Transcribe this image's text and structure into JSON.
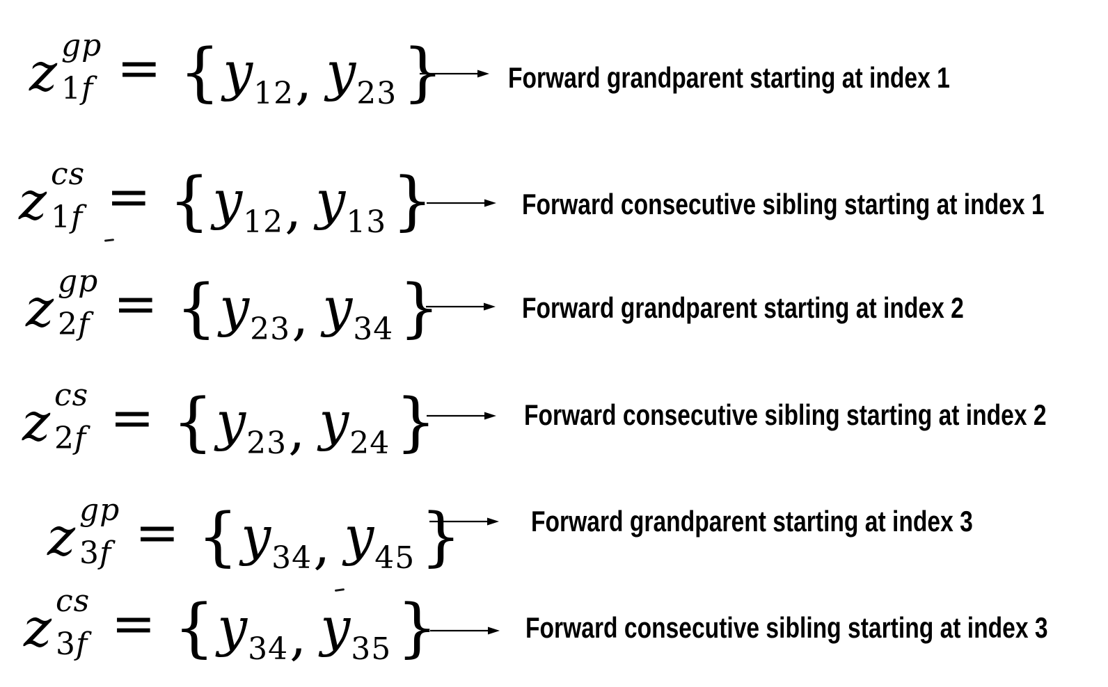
{
  "figure": {
    "background": "#ffffff",
    "ink": "#000000",
    "arrow_icon": "right-arrow",
    "equation_rows": [
      {
        "lhs": {
          "base": "z",
          "sup": "gp",
          "sub_num": "1",
          "sub_letter": "f"
        },
        "relation": "=",
        "open_brace": "{",
        "elements": [
          {
            "base": "y",
            "sub": "12"
          },
          {
            "base": "y",
            "sub": "23"
          }
        ],
        "separator": ",",
        "close_brace": "}",
        "label": "Forward grandparent starting at index 1"
      },
      {
        "lhs": {
          "base": "z",
          "sup": "cs",
          "sub_num": "1",
          "sub_letter": "f"
        },
        "relation": "=",
        "open_brace": "{",
        "elements": [
          {
            "base": "y",
            "sub": "12"
          },
          {
            "base": "y",
            "sub": "13"
          }
        ],
        "separator": ",",
        "close_brace": "}",
        "label": "Forward consecutive sibling starting at index 1"
      },
      {
        "lhs": {
          "base": "z",
          "sup": "gp",
          "sub_num": "2",
          "sub_letter": "f"
        },
        "relation": "=",
        "open_brace": "{",
        "elements": [
          {
            "base": "y",
            "sub": "23"
          },
          {
            "base": "y",
            "sub": "34"
          }
        ],
        "separator": ",",
        "close_brace": "}",
        "label": "Forward grandparent starting at index 2"
      },
      {
        "lhs": {
          "base": "z",
          "sup": "cs",
          "sub_num": "2",
          "sub_letter": "f"
        },
        "relation": "=",
        "open_brace": "{",
        "elements": [
          {
            "base": "y",
            "sub": "23"
          },
          {
            "base": "y",
            "sub": "24"
          }
        ],
        "separator": ",",
        "close_brace": "}",
        "label": "Forward consecutive sibling starting at index 2"
      },
      {
        "lhs": {
          "base": "z",
          "sup": "gp",
          "sub_num": "3",
          "sub_letter": "f"
        },
        "relation": "=",
        "open_brace": "{",
        "elements": [
          {
            "base": "y",
            "sub": "34"
          },
          {
            "base": "y",
            "sub": "45"
          }
        ],
        "separator": ",",
        "close_brace": "}",
        "label": "Forward grandparent starting at index 3"
      },
      {
        "lhs": {
          "base": "z",
          "sup": "cs",
          "sub_num": "3",
          "sub_letter": "f"
        },
        "relation": "=",
        "open_brace": "{",
        "elements": [
          {
            "base": "y",
            "sub": "34"
          },
          {
            "base": "y",
            "sub": "35"
          }
        ],
        "separator": ",",
        "close_brace": "}",
        "label": "Forward consecutive sibling starting at index 3"
      }
    ]
  }
}
